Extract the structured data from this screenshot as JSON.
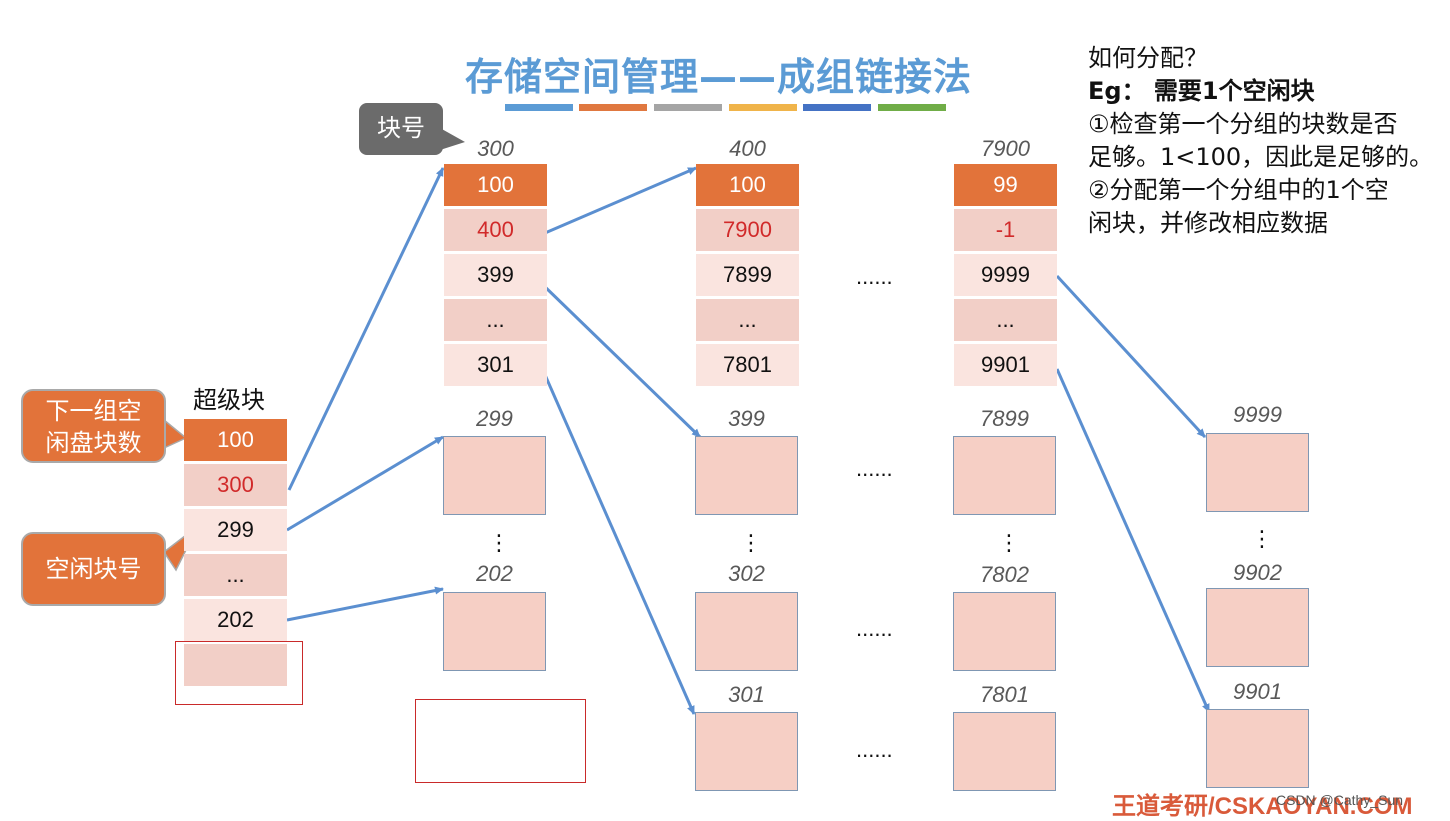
{
  "title": "存储空间管理——成组链接法",
  "colors": {
    "title_blue": "#5b9bd5",
    "accent_orange": "#e2733a",
    "arrow_blue": "#5b8fd0",
    "highlight_red": "#d12a2a"
  },
  "color_bars": [
    "#5b9bd5",
    "#e07840",
    "#a5a5a5",
    "#f0b44a",
    "#4472c4",
    "#70ad47"
  ],
  "note": {
    "line1": "如何分配？",
    "line2": "Eg： 需要1个空闲块",
    "line3": "①检查第一个分组的块数是否",
    "line4": "足够。1<100，因此是足够的。",
    "line5": "②分配第一个分组中的1个空",
    "line6": "闲块，并修改相应数据"
  },
  "callouts": {
    "block_number": "块号",
    "next_group_count_line1": "下一组空",
    "next_group_count_line2": "闲盘块数",
    "free_block_number": "空闲块号"
  },
  "superblock": {
    "label": "超级块",
    "cells": [
      "100",
      "300",
      "299",
      "...",
      "202",
      ""
    ]
  },
  "groups": [
    {
      "block": "300",
      "cells": [
        "100",
        "400",
        "399",
        "...",
        "301"
      ]
    },
    {
      "block": "400",
      "cells": [
        "100",
        "7900",
        "7899",
        "...",
        "7801"
      ]
    },
    {
      "block": "7900",
      "cells": [
        "99",
        "-1",
        "9999",
        "...",
        "9901"
      ]
    }
  ],
  "free_block_labels": {
    "col1": [
      "299",
      "202"
    ],
    "col2": [
      "399",
      "302",
      "301"
    ],
    "col3": [
      "7899",
      "7802",
      "7801"
    ],
    "col4": [
      "9999",
      "9902",
      "9901"
    ]
  },
  "ellipsis_h": "......",
  "ellipsis_v": "⋮",
  "footer": "王道考研/CSKAOYAN.COM",
  "watermark": "CSDN @Cathy_Sun"
}
